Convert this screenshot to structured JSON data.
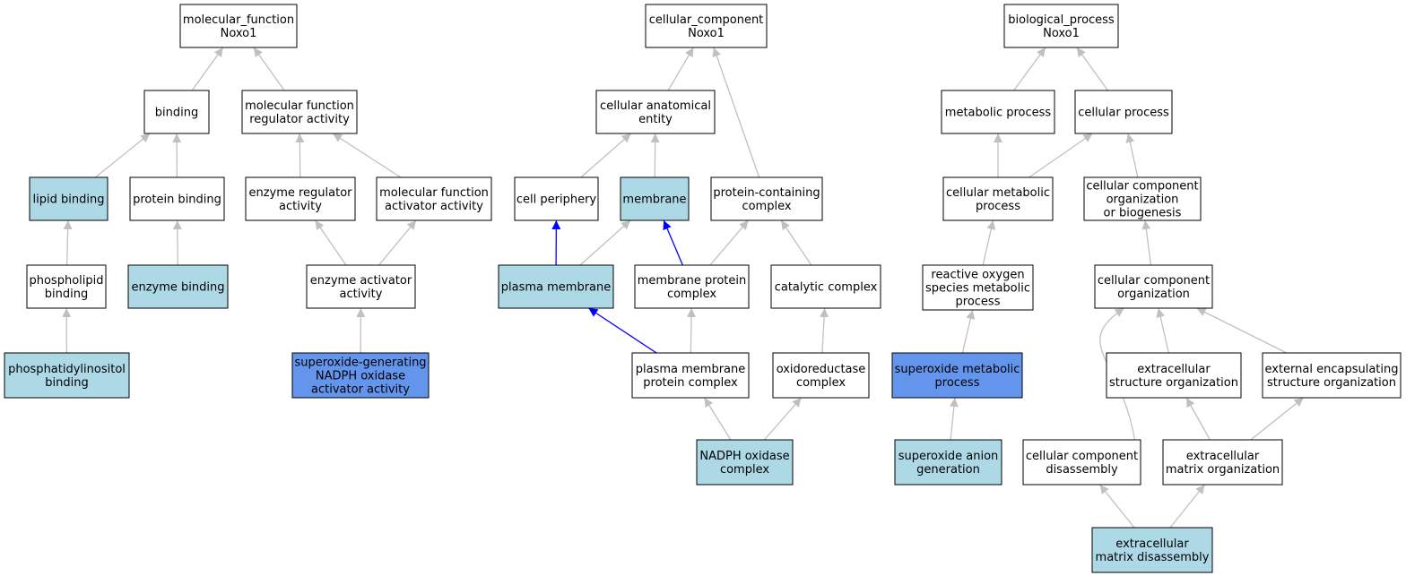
{
  "colors": {
    "default_fill": "#ffffff",
    "light_fill": "#add8e6",
    "dark_fill": "#6495ed",
    "edge_gray": "#c0c0c0",
    "edge_blue": "#0000ff"
  },
  "nodes": [
    {
      "id": "mf",
      "lines": [
        "molecular_function",
        "Noxo1"
      ],
      "fill": "default"
    },
    {
      "id": "binding",
      "lines": [
        "binding"
      ],
      "fill": "default"
    },
    {
      "id": "mfra",
      "lines": [
        "molecular function",
        "regulator activity"
      ],
      "fill": "default"
    },
    {
      "id": "lipidb",
      "lines": [
        "lipid binding"
      ],
      "fill": "light"
    },
    {
      "id": "proteinb",
      "lines": [
        "protein binding"
      ],
      "fill": "default"
    },
    {
      "id": "enzra",
      "lines": [
        "enzyme regulator",
        "activity"
      ],
      "fill": "default"
    },
    {
      "id": "mfaa",
      "lines": [
        "molecular function",
        "activator activity"
      ],
      "fill": "default"
    },
    {
      "id": "phosphob",
      "lines": [
        "phospholipid",
        "binding"
      ],
      "fill": "default"
    },
    {
      "id": "enzymeb",
      "lines": [
        "enzyme binding"
      ],
      "fill": "light"
    },
    {
      "id": "enzaa",
      "lines": [
        "enzyme activator",
        "activity"
      ],
      "fill": "default"
    },
    {
      "id": "pipb",
      "lines": [
        "phosphatidylinositol",
        "binding"
      ],
      "fill": "light"
    },
    {
      "id": "sgnoaa",
      "lines": [
        "superoxide-generating",
        "NADPH oxidase",
        "activator activity"
      ],
      "fill": "dark"
    },
    {
      "id": "cc",
      "lines": [
        "cellular_component",
        "Noxo1"
      ],
      "fill": "default"
    },
    {
      "id": "cae",
      "lines": [
        "cellular anatomical",
        "entity"
      ],
      "fill": "default"
    },
    {
      "id": "cellper",
      "lines": [
        "cell periphery"
      ],
      "fill": "default"
    },
    {
      "id": "membrane",
      "lines": [
        "membrane"
      ],
      "fill": "light"
    },
    {
      "id": "pcc",
      "lines": [
        "protein-containing",
        "complex"
      ],
      "fill": "default"
    },
    {
      "id": "plasmam",
      "lines": [
        "plasma membrane"
      ],
      "fill": "light"
    },
    {
      "id": "mpc",
      "lines": [
        "membrane protein",
        "complex"
      ],
      "fill": "default"
    },
    {
      "id": "catc",
      "lines": [
        "catalytic complex"
      ],
      "fill": "default"
    },
    {
      "id": "pmpc",
      "lines": [
        "plasma membrane",
        "protein complex"
      ],
      "fill": "default"
    },
    {
      "id": "oxc",
      "lines": [
        "oxidoreductase",
        "complex"
      ],
      "fill": "default"
    },
    {
      "id": "nadph",
      "lines": [
        "NADPH oxidase",
        "complex"
      ],
      "fill": "light"
    },
    {
      "id": "bp",
      "lines": [
        "biological_process",
        "Noxo1"
      ],
      "fill": "default"
    },
    {
      "id": "metp",
      "lines": [
        "metabolic process"
      ],
      "fill": "default"
    },
    {
      "id": "cellp",
      "lines": [
        "cellular process"
      ],
      "fill": "default"
    },
    {
      "id": "cmetp",
      "lines": [
        "cellular metabolic",
        "process"
      ],
      "fill": "default"
    },
    {
      "id": "ccob",
      "lines": [
        "cellular component",
        "organization",
        "or biogenesis"
      ],
      "fill": "default"
    },
    {
      "id": "rosmp",
      "lines": [
        "reactive oxygen",
        "species metabolic",
        "process"
      ],
      "fill": "default"
    },
    {
      "id": "cco",
      "lines": [
        "cellular component",
        "organization"
      ],
      "fill": "default"
    },
    {
      "id": "smp",
      "lines": [
        "superoxide metabolic",
        "process"
      ],
      "fill": "dark"
    },
    {
      "id": "eso",
      "lines": [
        "extracellular",
        "structure organization"
      ],
      "fill": "default"
    },
    {
      "id": "eeso",
      "lines": [
        "external encapsulating",
        "structure organization"
      ],
      "fill": "default"
    },
    {
      "id": "sag",
      "lines": [
        "superoxide anion",
        "generation"
      ],
      "fill": "light"
    },
    {
      "id": "ccd",
      "lines": [
        "cellular component",
        "disassembly"
      ],
      "fill": "default"
    },
    {
      "id": "emo",
      "lines": [
        "extracellular",
        "matrix organization"
      ],
      "fill": "default"
    },
    {
      "id": "emd",
      "lines": [
        "extracellular",
        "matrix disassembly"
      ],
      "fill": "light"
    }
  ],
  "edges": [
    {
      "from": "binding",
      "to": "mf",
      "color": "gray"
    },
    {
      "from": "mfra",
      "to": "mf",
      "color": "gray"
    },
    {
      "from": "lipidb",
      "to": "binding",
      "color": "gray"
    },
    {
      "from": "proteinb",
      "to": "binding",
      "color": "gray"
    },
    {
      "from": "enzra",
      "to": "mfra",
      "color": "gray"
    },
    {
      "from": "mfaa",
      "to": "mfra",
      "color": "gray"
    },
    {
      "from": "phosphob",
      "to": "lipidb",
      "color": "gray"
    },
    {
      "from": "enzymeb",
      "to": "proteinb",
      "color": "gray"
    },
    {
      "from": "enzaa",
      "to": "enzra",
      "color": "gray"
    },
    {
      "from": "enzaa",
      "to": "mfaa",
      "color": "gray"
    },
    {
      "from": "pipb",
      "to": "phosphob",
      "color": "gray"
    },
    {
      "from": "sgnoaa",
      "to": "enzaa",
      "color": "gray"
    },
    {
      "from": "cae",
      "to": "cc",
      "color": "gray"
    },
    {
      "from": "pcc",
      "to": "cc",
      "color": "gray"
    },
    {
      "from": "cellper",
      "to": "cae",
      "color": "gray"
    },
    {
      "from": "membrane",
      "to": "cae",
      "color": "gray"
    },
    {
      "from": "plasmam",
      "to": "cellper",
      "color": "blue"
    },
    {
      "from": "plasmam",
      "to": "membrane",
      "color": "gray"
    },
    {
      "from": "mpc",
      "to": "membrane",
      "color": "blue"
    },
    {
      "from": "mpc",
      "to": "pcc",
      "color": "gray"
    },
    {
      "from": "catc",
      "to": "pcc",
      "color": "gray"
    },
    {
      "from": "pmpc",
      "to": "plasmam",
      "color": "blue"
    },
    {
      "from": "pmpc",
      "to": "mpc",
      "color": "gray"
    },
    {
      "from": "oxc",
      "to": "catc",
      "color": "gray"
    },
    {
      "from": "nadph",
      "to": "pmpc",
      "color": "gray"
    },
    {
      "from": "nadph",
      "to": "oxc",
      "color": "gray"
    },
    {
      "from": "metp",
      "to": "bp",
      "color": "gray"
    },
    {
      "from": "cellp",
      "to": "bp",
      "color": "gray"
    },
    {
      "from": "cmetp",
      "to": "metp",
      "color": "gray"
    },
    {
      "from": "cmetp",
      "to": "cellp",
      "color": "gray"
    },
    {
      "from": "ccob",
      "to": "cellp",
      "color": "gray"
    },
    {
      "from": "rosmp",
      "to": "cmetp",
      "color": "gray"
    },
    {
      "from": "cco",
      "to": "ccob",
      "color": "gray"
    },
    {
      "from": "smp",
      "to": "rosmp",
      "color": "gray"
    },
    {
      "from": "eso",
      "to": "cco",
      "color": "gray"
    },
    {
      "from": "eeso",
      "to": "cco",
      "color": "gray"
    },
    {
      "from": "sag",
      "to": "smp",
      "color": "gray"
    },
    {
      "from": "ccd",
      "to": "cco",
      "color": "gray",
      "curved": true
    },
    {
      "from": "emo",
      "to": "eso",
      "color": "gray"
    },
    {
      "from": "emo",
      "to": "eeso",
      "color": "gray"
    },
    {
      "from": "emd",
      "to": "ccd",
      "color": "gray"
    },
    {
      "from": "emd",
      "to": "emo",
      "color": "gray"
    }
  ]
}
